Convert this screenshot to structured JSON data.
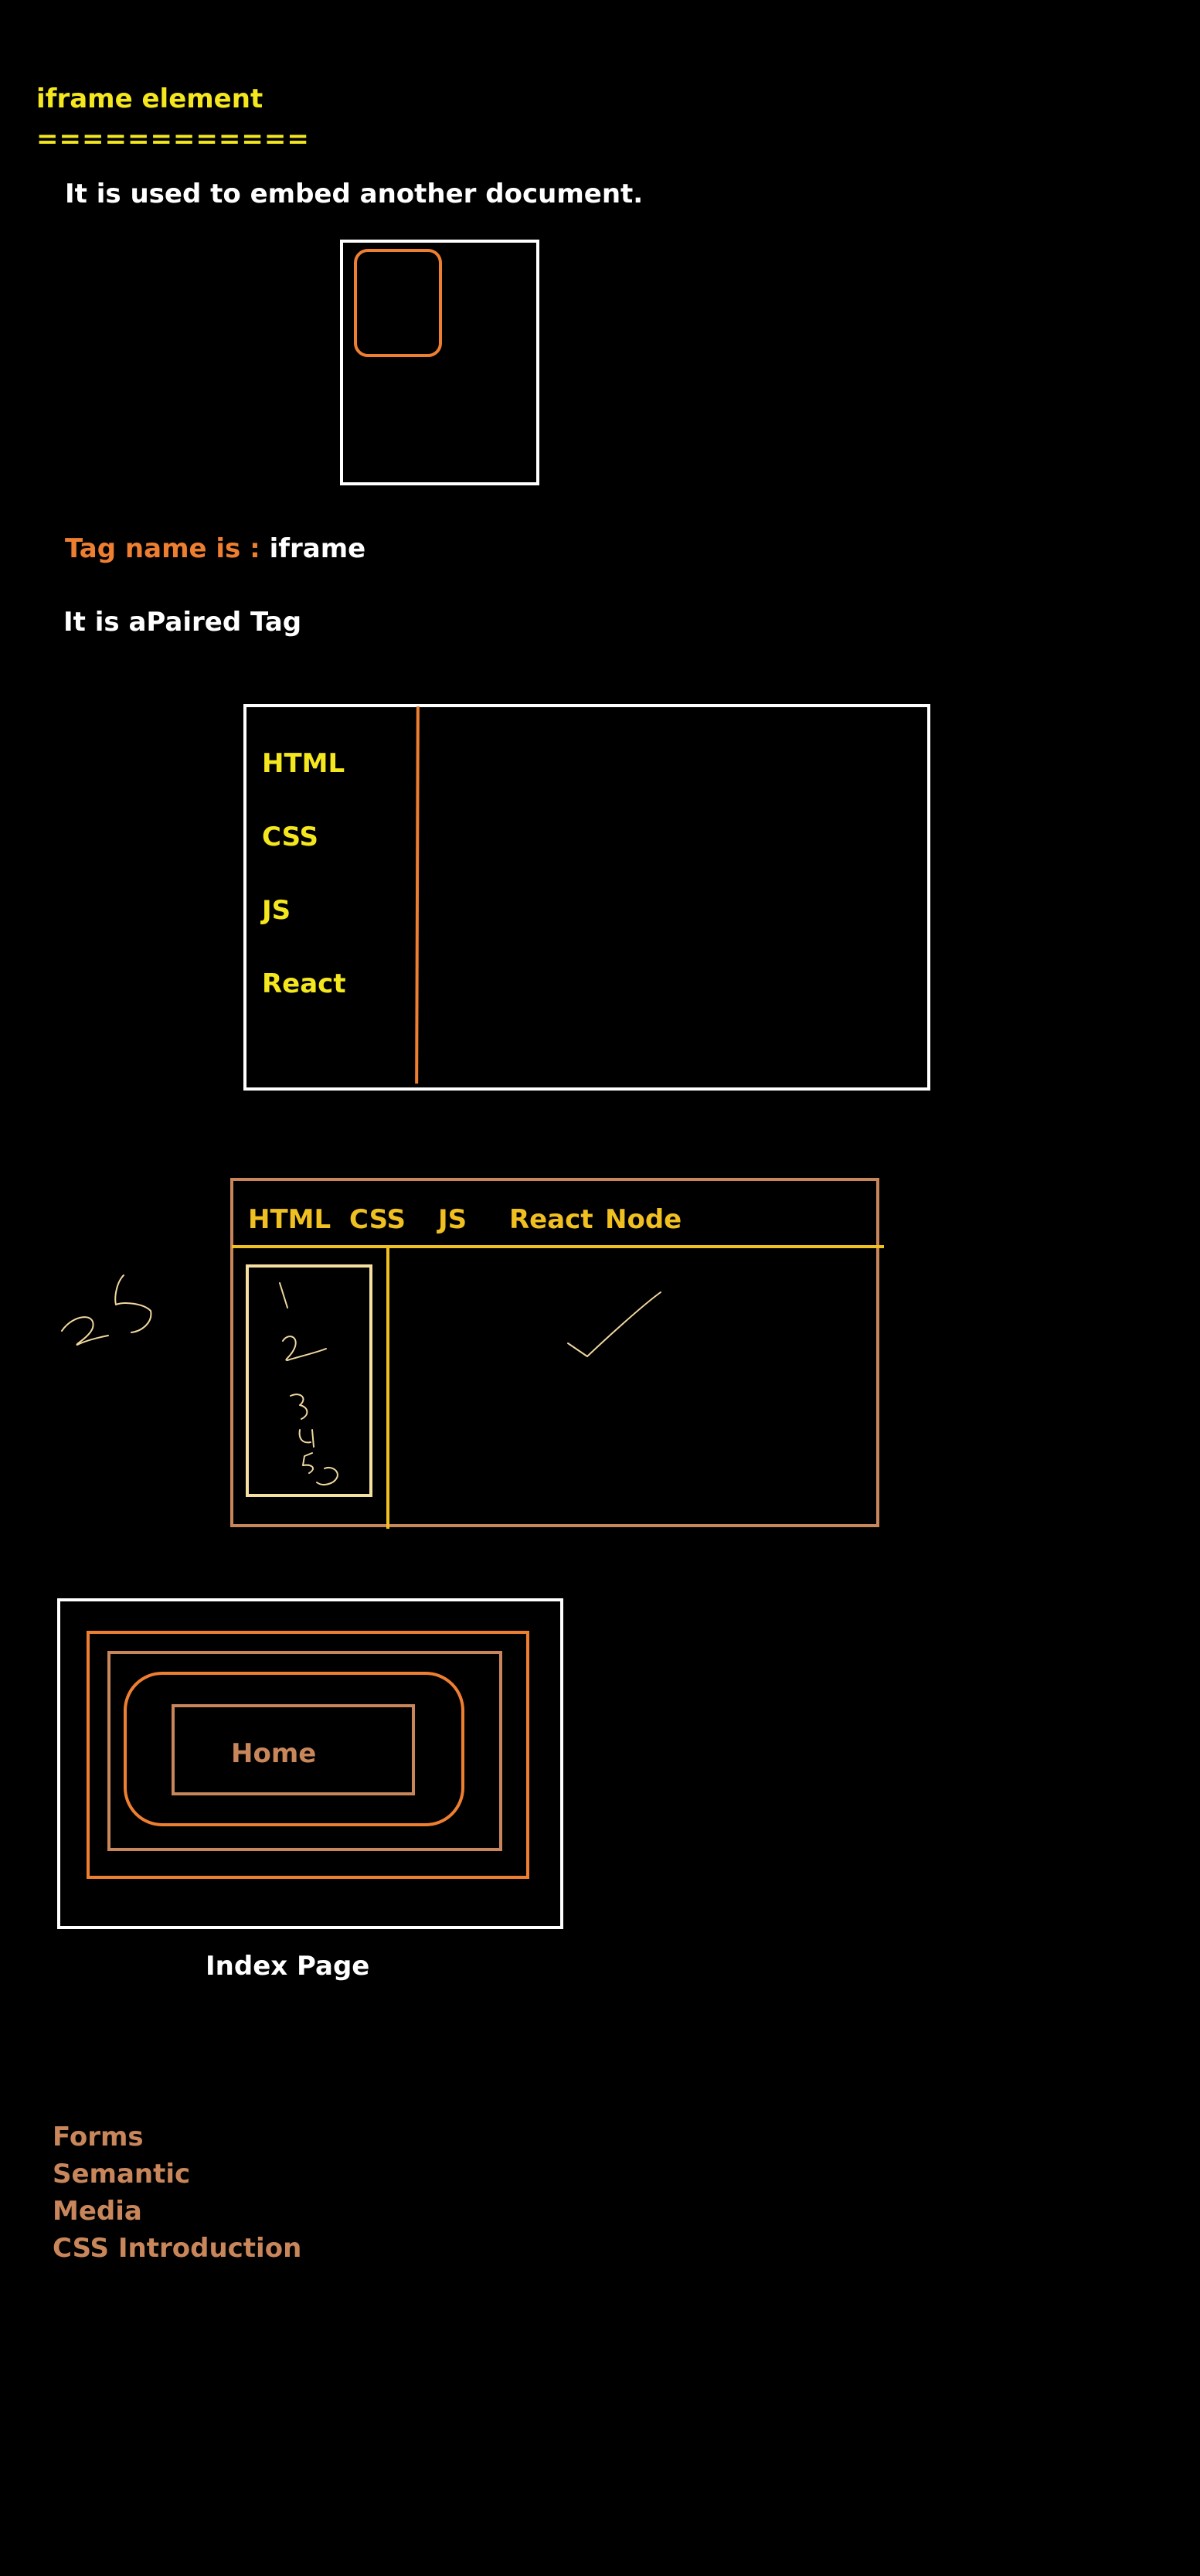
{
  "heading": {
    "title": "iframe element",
    "underline": "============"
  },
  "intro": "It is used to embed another document.",
  "tag": {
    "label": "Tag name is : ",
    "value": "iframe"
  },
  "paired": "It is aPaired Tag",
  "sidebar_menu": [
    "HTML",
    "CSS",
    "JS",
    "React"
  ],
  "top_nav": [
    "HTML",
    "CSS",
    "JS",
    "React",
    "Node"
  ],
  "scribbles": {
    "side_number": "25",
    "list_numbers": [
      "1",
      "2",
      "3",
      "4",
      "5"
    ]
  },
  "nested": {
    "button_label": "Home",
    "caption": "Index Page"
  },
  "topics": [
    "Forms",
    "Semantic",
    "Media",
    "CSS Introduction"
  ],
  "colors": {
    "background": "#000000",
    "yellow": "#f5e71d",
    "gold": "#f0c020",
    "orange": "#ef7f30",
    "tan": "#c8865a",
    "white": "#ffffff"
  }
}
